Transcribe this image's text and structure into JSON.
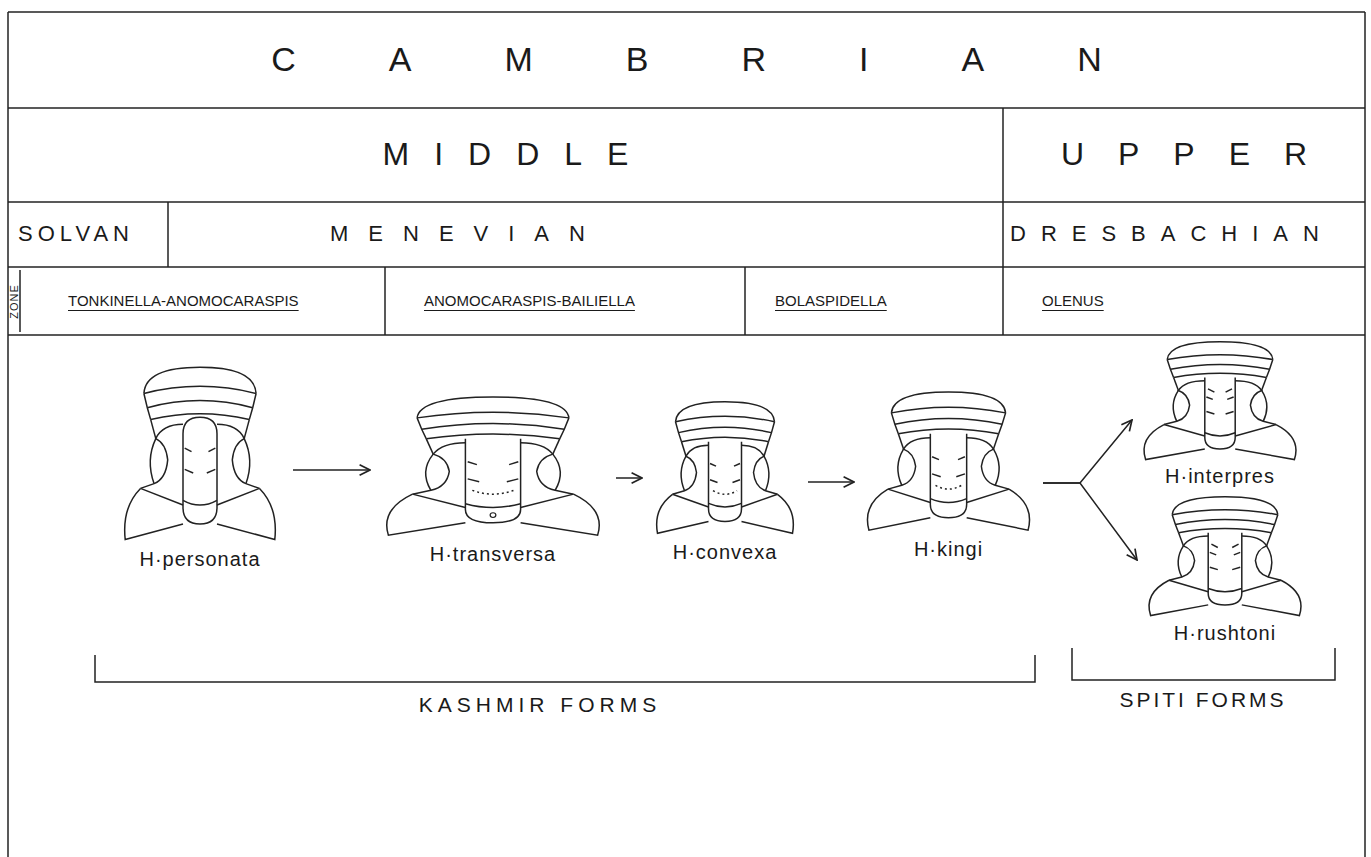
{
  "diagram": {
    "nodes": [
      {
        "text": [
          "CAMBRIAN"
        ]
      },
      {
        "text": [
          "MIDDLE"
        ]
      },
      {
        "text": [
          "UPPER"
        ]
      },
      {
        "text": [
          "SOLVAN"
        ]
      },
      {
        "text": [
          "MENEVIAN"
        ]
      },
      {
        "text": [
          "DRESBACHIAN"
        ]
      },
      {
        "text": [
          "TONKINELLA-ANOMOCARASPIS"
        ]
      },
      {
        "text": [
          "ANOMOCARASPIS-BAILIELLA"
        ]
      },
      {
        "text": [
          "BOLASPIDELLA"
        ]
      },
      {
        "text": [
          "OLENUS"
        ]
      },
      {
        "text": [
          "H·personata"
        ]
      },
      {
        "text": [
          "H·transversa"
        ]
      },
      {
        "text": [
          "H·convexa"
        ]
      },
      {
        "text": [
          "H·kingi"
        ]
      },
      {
        "text": [
          "H·interpres"
        ]
      },
      {
        "text": [
          "H·rushtoni"
        ]
      }
    ],
    "edges": [
      {
        "from": 10,
        "to": 11,
        "arrow": "to"
      },
      {
        "from": 11,
        "to": 12,
        "arrow": "to"
      },
      {
        "from": 12,
        "to": 13,
        "arrow": "to"
      },
      {
        "from": 13,
        "to": 14,
        "arrow": "to"
      },
      {
        "from": 13,
        "to": 15,
        "arrow": "to"
      }
    ],
    "labels": [
      "ZONE",
      "KASHMIR FORMS",
      "SPITI FORMS"
    ]
  }
}
